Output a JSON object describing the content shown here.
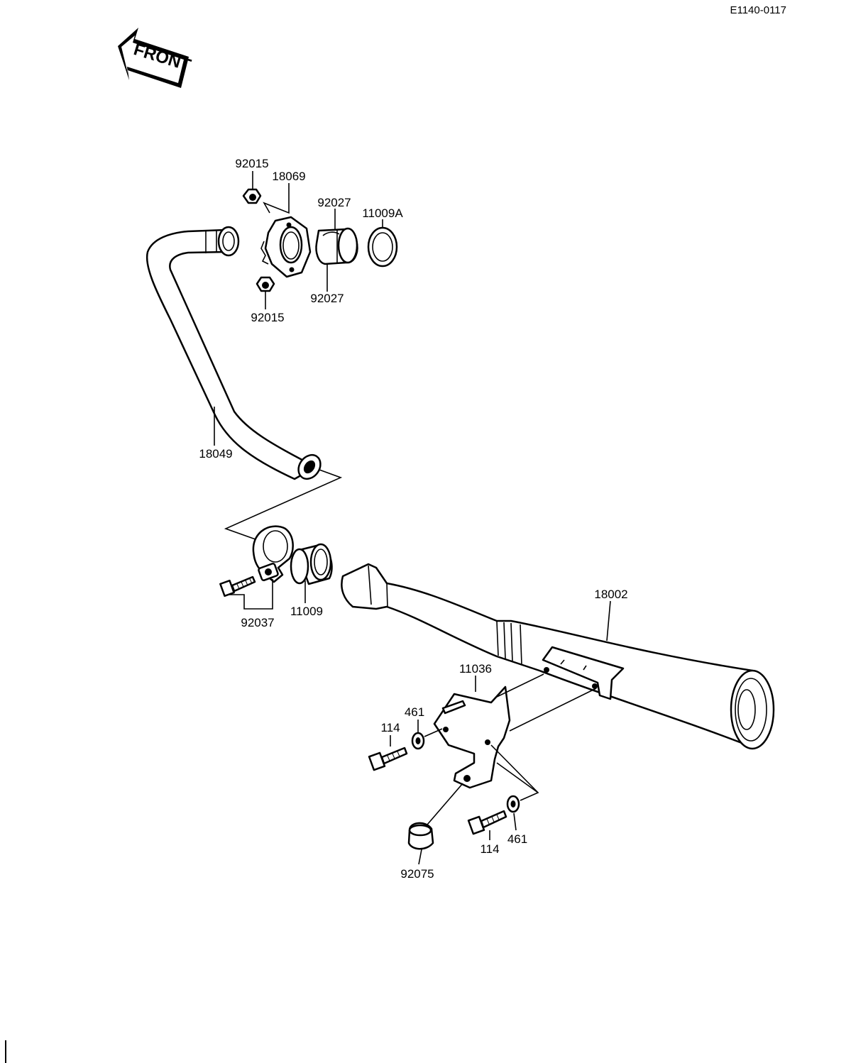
{
  "doc_code": "E1140-0117",
  "direction_label": "FRONT",
  "parts": {
    "nut_top": "92015",
    "flange": "18069",
    "collar_top": "92027",
    "gasket_top": "11009A",
    "collar_bottom": "92027",
    "nut_bottom": "92015",
    "exhaust_pipe": "18049",
    "clamp_bolt": "92037",
    "gasket_bottom": "11009",
    "muffler": "18002",
    "bracket": "11036",
    "washer_left": "461",
    "bolt_left": "114",
    "washer_right": "461",
    "bolt_right": "114",
    "damper": "92075"
  }
}
